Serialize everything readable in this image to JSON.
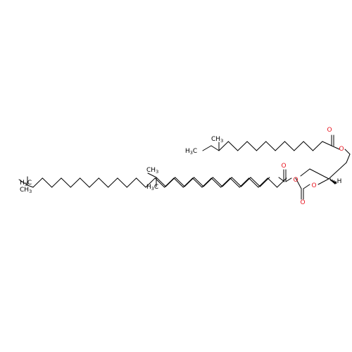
{
  "molecule": {
    "atom_labels": {
      "O": "O",
      "H": "H",
      "CH3": "CH3",
      "H3C": "H3C"
    },
    "colors": {
      "carbon": "#000000",
      "oxygen": "#e8141e",
      "background": "#ffffff"
    }
  }
}
